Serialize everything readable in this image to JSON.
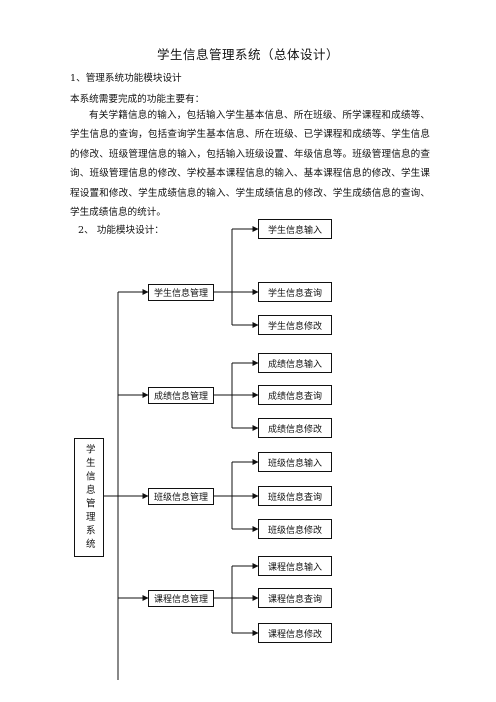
{
  "doc": {
    "title": "学生信息管理系统（总体设计）",
    "section1": "1、管理系统功能模块设计",
    "lead": "本系统需要完成的功能主要有：",
    "paragraph": "有关学籍信息的输入，包括输入学生基本信息、所在班级、所学课程和成绩等、学生信息的查询，包括查询学生基本信息、所在班级、已学课程和成绩等、学生信息的修改、班级管理信息的输入，包括输入班级设置、年级信息等。班级管理信息的查询、班级管理信息的修改、学校基本课程信息的输入、基本课程信息的修改、学生课程设置和修改、学生成绩信息的输入、学生成绩信息的修改、学生成绩信息的查询、学生成绩信息的统计。",
    "section2": "2、 功能模块设计："
  },
  "diagram": {
    "root": "学生信息管理系统",
    "modules": [
      {
        "name": "学生信息管理",
        "children": [
          "学生信息输入",
          "学生信息查询",
          "学生信息修改"
        ]
      },
      {
        "name": "成绩信息管理",
        "children": [
          "成绩信息输入",
          "成绩信息查询",
          "成绩信息修改"
        ]
      },
      {
        "name": "班级信息管理",
        "children": [
          "班级信息输入",
          "班级信息查询",
          "班级信息修改"
        ]
      },
      {
        "name": "课程信息管理",
        "children": [
          "课程信息输入",
          "课程信息查询",
          "课程信息修改"
        ]
      }
    ]
  }
}
